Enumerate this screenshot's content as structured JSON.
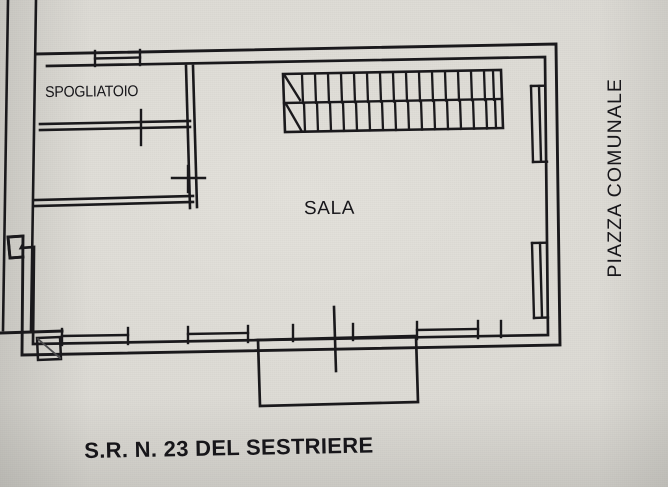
{
  "document": {
    "type": "architectural-floor-plan",
    "background_color": "#dedcd6",
    "ink_color": "#1a191c"
  },
  "rooms": [
    {
      "id": "spogliatoio",
      "label": "SPOGLIATOIO"
    },
    {
      "id": "sala",
      "label": "SALA"
    }
  ],
  "streets": [
    {
      "id": "piazza",
      "label": "PIAZZA COMUNALE",
      "orientation": "vertical-right"
    },
    {
      "id": "strada",
      "label": "S.R. N. 23 DEL SESTRIERE",
      "orientation": "horizontal-bottom"
    }
  ],
  "features": {
    "staircase": {
      "name": "staircase",
      "steps": 16,
      "rows": 2
    },
    "entrance_porch": {
      "name": "entrance-porch"
    },
    "step_marker": {
      "name": "step-marker"
    },
    "door_markers": 4,
    "windows_bottom": 5,
    "windows_right": 2,
    "window_top": 1
  }
}
